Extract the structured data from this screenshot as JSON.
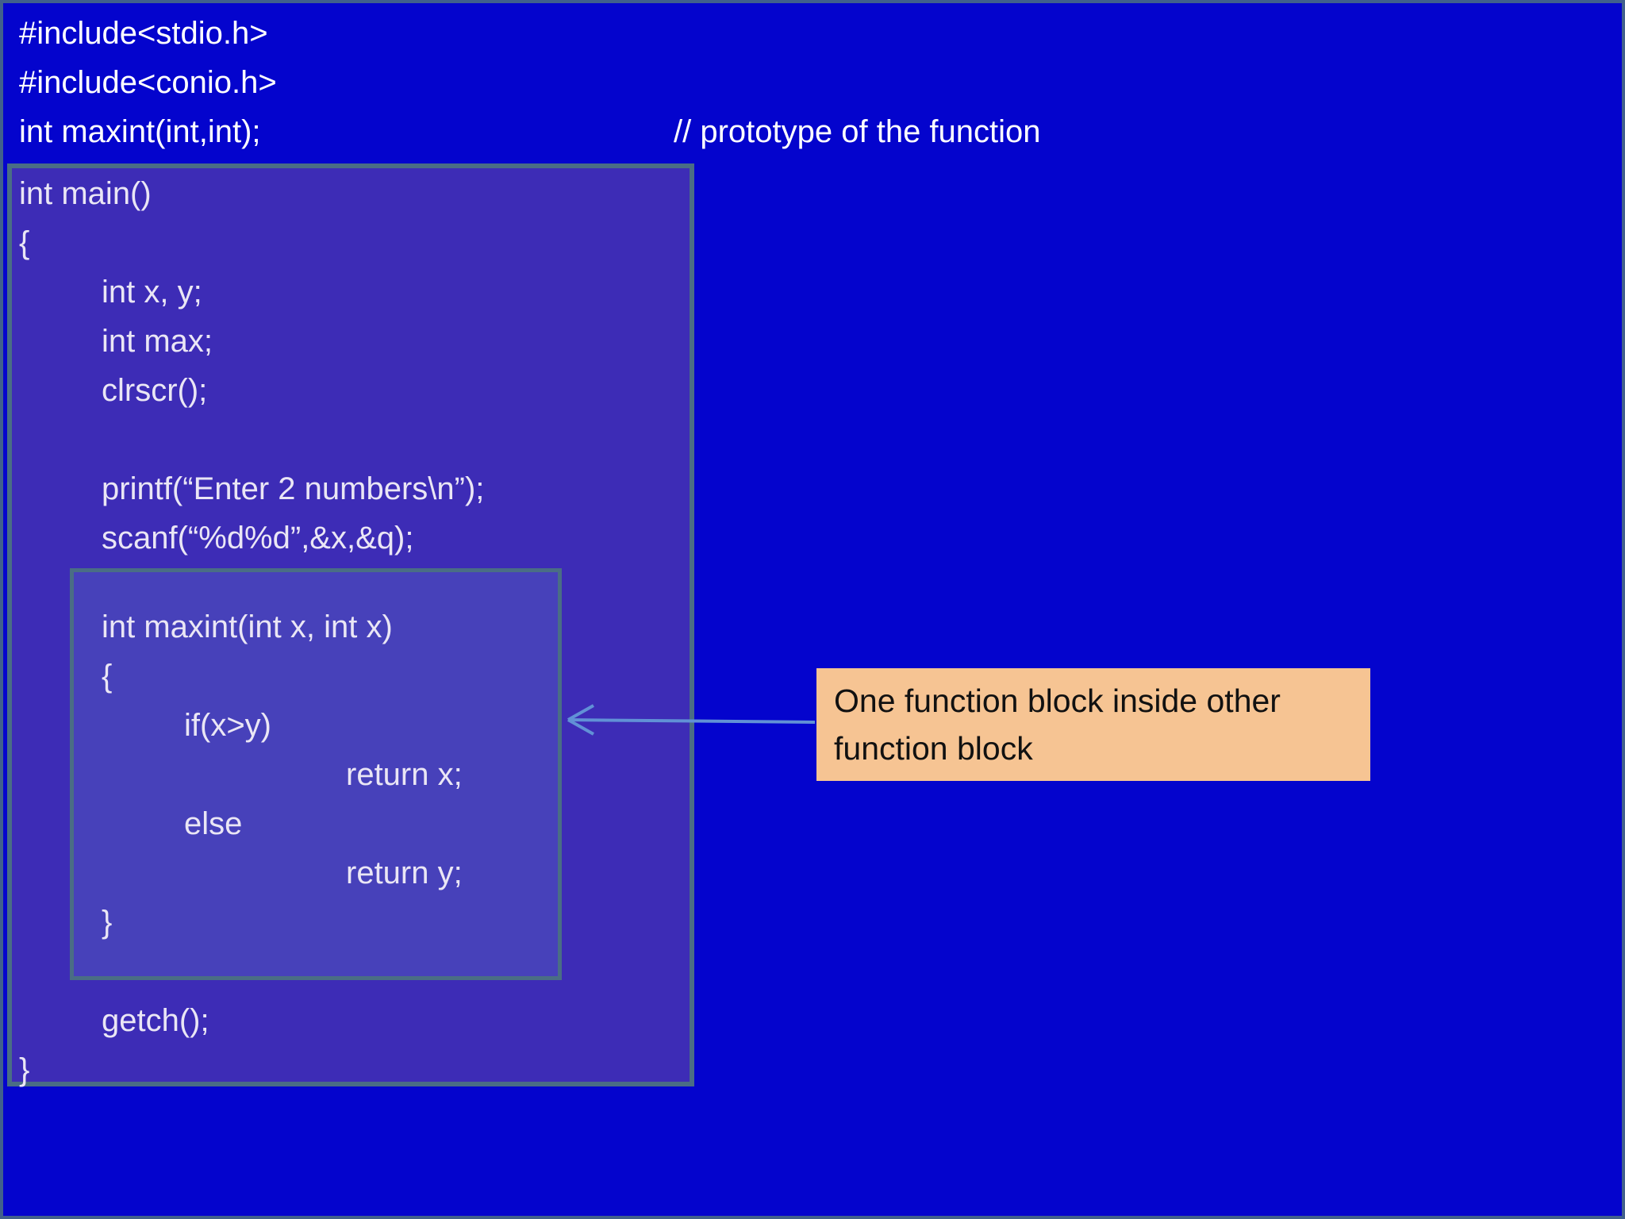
{
  "colors": {
    "slide_bg": "#0404cd",
    "outer_block_bg": "#3d2cb6",
    "inner_block_bg": "#4741ba",
    "block_border": "#4a6d85",
    "frame_border": "#41608c",
    "code_text": "#ffffff",
    "block_text": "#eae6f5",
    "callout_bg": "#f6c493",
    "callout_text": "#111111",
    "arrow": "#6191d6"
  },
  "code": {
    "include_stdio": "#include<stdio.h>",
    "include_conio": "#include<conio.h>",
    "prototype": "int maxint(int,int);",
    "prototype_comment": "// prototype of the function",
    "main_header": "int main()",
    "main_open_brace": "{",
    "decl_xy": "int x, y;",
    "decl_max": "int max;",
    "clrscr": "clrscr();",
    "printf": "printf(“Enter 2 numbers\\n”);",
    "scanf": "scanf(“%d%d”,&x,&q);",
    "inner_header": "int maxint(int x, int x)",
    "inner_open_brace": "{",
    "if_line": "if(x>y)",
    "return_x": "return x;",
    "else_line": "else",
    "return_y": "return y;",
    "inner_close_brace": "}",
    "getch": "getch();",
    "main_close_brace": "}"
  },
  "callout": {
    "text": "One function block inside other function block"
  }
}
